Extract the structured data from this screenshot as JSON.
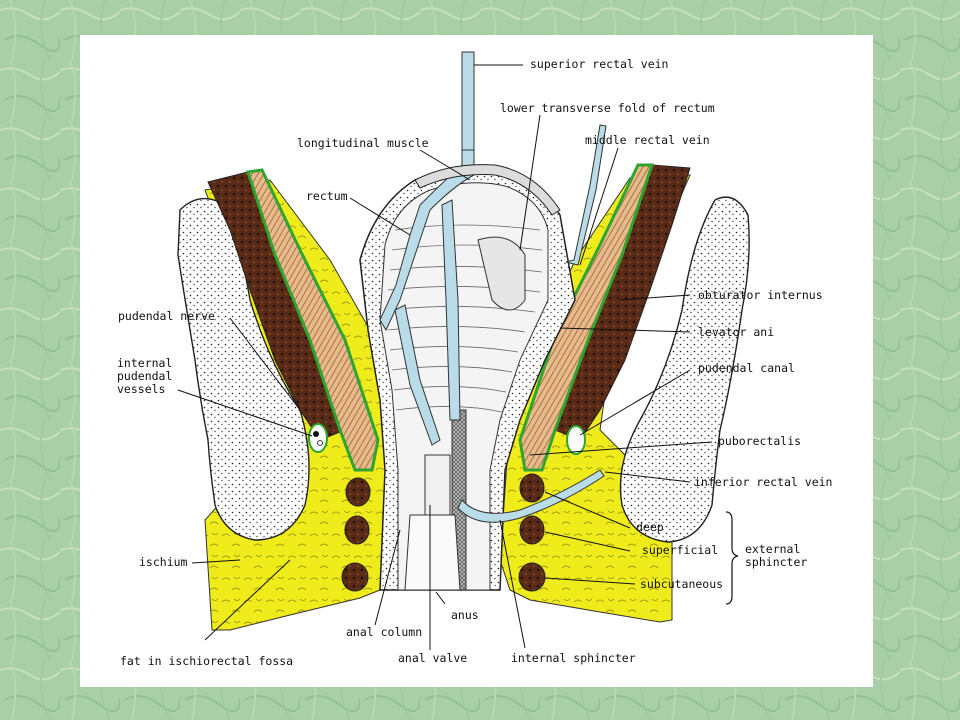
{
  "colors": {
    "background": "#a9cfa6",
    "fat": "#f0ec1c",
    "muscle": "#5a2c18",
    "vein": "#b9dce8",
    "fascia": "#3bb03b"
  },
  "labels": {
    "superior_rectal_vein": "superior rectal vein",
    "lower_transverse_fold": "lower transverse fold of rectum",
    "middle_rectal_vein": "middle rectal vein",
    "longitudinal_muscle": "longitudinal muscle",
    "rectum": "rectum",
    "obturator_internus": "obturator internus",
    "pudendal_nerve": "pudendal nerve",
    "levator_ani": "levator ani",
    "internal_pudendal_vessels": "internal\npudendal\nvessels",
    "pudendal_canal": "pudendal canal",
    "puborectalis": "puborectalis",
    "inferior_rectal_vein": "inferior rectal vein",
    "deep": "deep",
    "superficial": "superficial",
    "subcutaneous": "subcutaneous",
    "external_sphincter": "external\nsphincter",
    "ischium": "ischium",
    "anus": "anus",
    "anal_column": "anal column",
    "fat_in_ischiorectal_fossa": "fat in ischiorectal fossa",
    "anal_valve": "anal valve",
    "internal_sphincter": "internal sphincter"
  }
}
